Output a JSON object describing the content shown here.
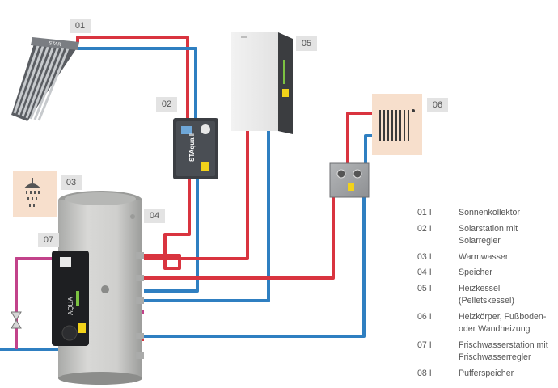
{
  "badges": {
    "b01": "01",
    "b02": "02",
    "b03": "03",
    "b04": "04",
    "b05": "05",
    "b06": "06",
    "b07": "07"
  },
  "legend": [
    {
      "num": "01 I",
      "text": "Sonnenkollektor"
    },
    {
      "num": "02 I",
      "text": "Solarstation mit\nSolarregler"
    },
    {
      "num": "03 I",
      "text": "Warmwasser"
    },
    {
      "num": "04 I",
      "text": "Speicher"
    },
    {
      "num": "05 I",
      "text": "Heizkessel\n(Pelletskessel)"
    },
    {
      "num": "06 I",
      "text": "Heizkörper, Fußboden-\noder Wandheizung"
    },
    {
      "num": "07 I",
      "text": "Frischwasserstation mit\nFrischwasserregler"
    },
    {
      "num": "08 I",
      "text": "Pufferspeicher"
    }
  ],
  "device_labels": {
    "collector": "STAR",
    "solar_station": "STAqua II",
    "fresh_water": "AQUA"
  },
  "colors": {
    "hot_pipe": "#d9343f",
    "cold_pipe": "#2f7fc1",
    "mixed_pipe": "#c2428a",
    "badge_bg": "#e3e3e3",
    "tank": "#c9c9c7",
    "warm_tile": "#f7dfcc",
    "accent_green": "#7cc242",
    "accent_yellow": "#f2d21a"
  }
}
